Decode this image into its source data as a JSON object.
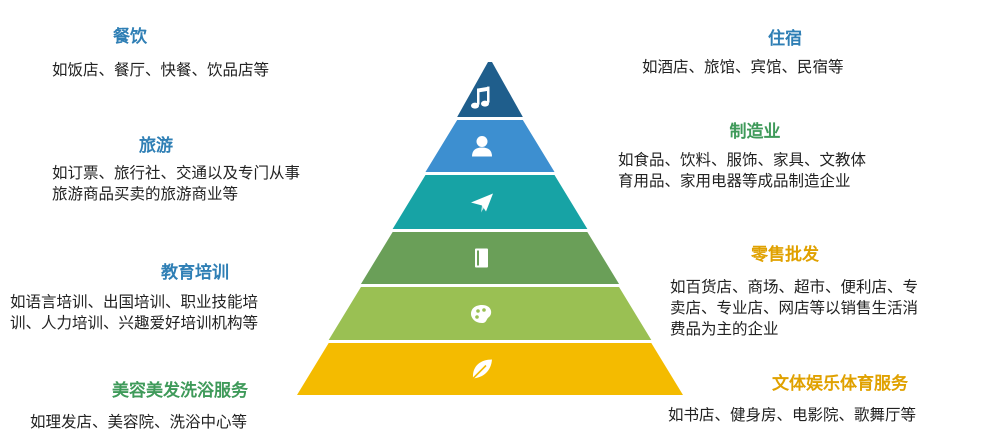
{
  "colors": {
    "title_blue": "#2f7fb5",
    "title_green": "#3f9a5a",
    "title_amber": "#e0a100",
    "tiers": [
      "#1f5e8c",
      "#3d8fd0",
      "#17a3a5",
      "#6a9f58",
      "#9ac053",
      "#f4bb00"
    ]
  },
  "pyramid": {
    "tiers": [
      {
        "icon": "music-note-icon"
      },
      {
        "icon": "person-icon"
      },
      {
        "icon": "paper-plane-icon"
      },
      {
        "icon": "book-icon"
      },
      {
        "icon": "palette-icon"
      },
      {
        "icon": "leaf-icon"
      }
    ]
  },
  "left": [
    {
      "title": "餐饮",
      "desc": [
        "如饭店、餐厅、快餐、饮品店等"
      ]
    },
    {
      "title": "旅游",
      "desc": [
        "如订票、旅行社、交通以及专门从事",
        "旅游商品买卖的旅游商业等"
      ]
    },
    {
      "title": "教育培训",
      "desc": [
        "如语言培训、出国培训、职业技能培",
        "训、人力培训、兴趣爱好培训机构等"
      ]
    },
    {
      "title": "美容美发洗浴服务",
      "desc": [
        "如理发店、美容院、洗浴中心等"
      ]
    }
  ],
  "right": [
    {
      "title": "住宿",
      "desc": [
        "如酒店、旅馆、宾馆、民宿等"
      ]
    },
    {
      "title": "制造业",
      "desc": [
        "如食品、饮料、服饰、家具、文教体",
        "育用品、家用电器等成品制造企业"
      ]
    },
    {
      "title": "零售批发",
      "desc": [
        "如百货店、商场、超市、便利店、专",
        "卖店、专业店、网店等以销售生活消",
        "费品为主的企业"
      ]
    },
    {
      "title": "文体娱乐体育服务",
      "desc": [
        "如书店、健身房、电影院、歌舞厅等"
      ]
    }
  ]
}
